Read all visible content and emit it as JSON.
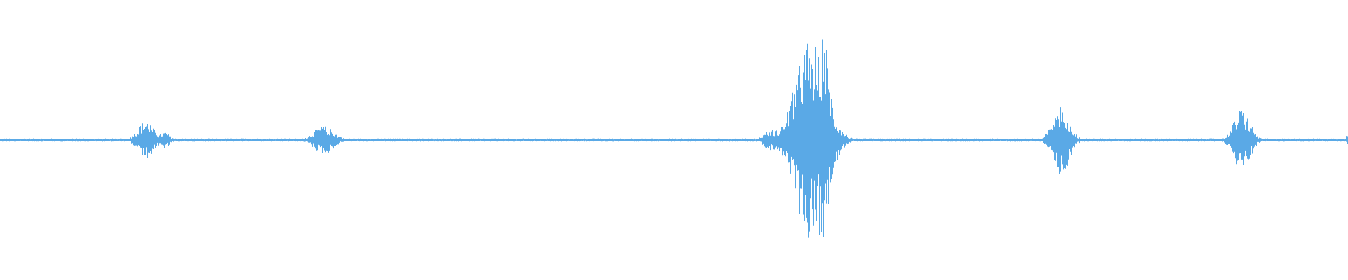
{
  "waveform": {
    "color": "#5aa9e6",
    "bursts": [
      {
        "center": 0.108,
        "width": 0.012,
        "amplitude": 0.07
      },
      {
        "center": 0.122,
        "width": 0.008,
        "amplitude": 0.03
      },
      {
        "center": 0.24,
        "width": 0.015,
        "amplitude": 0.05
      },
      {
        "center": 0.573,
        "width": 0.012,
        "amplitude": 0.04
      },
      {
        "center": 0.601,
        "width": 0.022,
        "amplitude": 0.36
      },
      {
        "center": 0.61,
        "width": 0.01,
        "amplitude": 0.4
      },
      {
        "center": 0.787,
        "width": 0.012,
        "amplitude": 0.13
      },
      {
        "center": 0.921,
        "width": 0.012,
        "amplitude": 0.11
      },
      {
        "center": 0.999,
        "width": 0.001,
        "amplitude": 0.03
      }
    ],
    "noise_floor": 0.006
  }
}
